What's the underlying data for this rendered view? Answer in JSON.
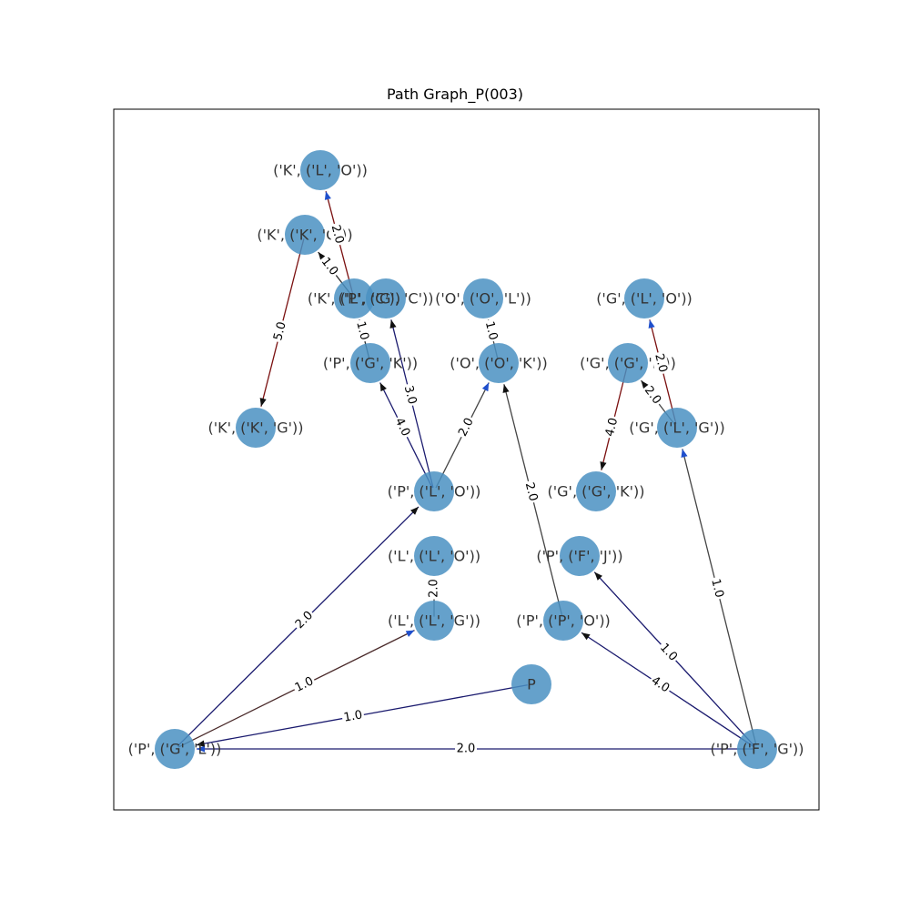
{
  "title": "Path Graph_P(003)",
  "node_color": "#4a90c2",
  "nodes": [
    {
      "id": "n1",
      "label": "('K', ('L', 'O'))"
    },
    {
      "id": "n2",
      "label": "('K', ('K', 'O'))"
    },
    {
      "id": "n3",
      "label": "('K', ('L', 'C'))"
    },
    {
      "id": "n4",
      "label": "('P', ('G', 'C'))"
    },
    {
      "id": "n5",
      "label": "('O', ('O', 'L'))"
    },
    {
      "id": "n6",
      "label": "('G', ('L', 'O'))"
    },
    {
      "id": "n7",
      "label": "('P', ('G', 'K'))"
    },
    {
      "id": "n8",
      "label": "('O', ('O', 'K'))"
    },
    {
      "id": "n9",
      "label": "('G', ('G', 'F'))"
    },
    {
      "id": "n10",
      "label": "('K', ('K', 'G'))"
    },
    {
      "id": "n11",
      "label": "('G', ('L', 'G'))"
    },
    {
      "id": "n12",
      "label": "('P', ('L', 'O'))"
    },
    {
      "id": "n13",
      "label": "('G', ('G', 'K'))"
    },
    {
      "id": "n14",
      "label": "('L', ('L', 'O'))"
    },
    {
      "id": "n15",
      "label": "('P', ('F', 'J'))"
    },
    {
      "id": "n16",
      "label": "('L', ('L', 'G'))"
    },
    {
      "id": "n17",
      "label": "('P', ('P', 'O'))"
    },
    {
      "id": "n18",
      "label": "P"
    },
    {
      "id": "n19",
      "label": "('P', ('G', 'L'))"
    },
    {
      "id": "n20",
      "label": "('P', ('F', 'G'))"
    }
  ],
  "edges": [
    {
      "from": "n3",
      "to": "n1",
      "weight": "2.0",
      "color": "#7a0f0f"
    },
    {
      "from": "n3",
      "to": "n2",
      "weight": "1.0",
      "color": "#2a2a2a"
    },
    {
      "from": "n2",
      "to": "n10",
      "weight": "5.0",
      "color": "#7a0f0f"
    },
    {
      "from": "n7",
      "to": "n3",
      "weight": "1.0",
      "color": "#2a2a2a"
    },
    {
      "from": "n12",
      "to": "n7",
      "weight": "4.0",
      "color": "#1a1a6e"
    },
    {
      "from": "n12",
      "to": "n4",
      "weight": "3.0",
      "color": "#1a1a6e"
    },
    {
      "from": "n12",
      "to": "n8",
      "weight": "2.0",
      "color": "#444444"
    },
    {
      "from": "n8",
      "to": "n5",
      "weight": "1.0",
      "color": "#444444"
    },
    {
      "from": "n17",
      "to": "n8",
      "weight": "2.0",
      "color": "#444444"
    },
    {
      "from": "n11",
      "to": "n6",
      "weight": "2.0",
      "color": "#7a0f0f"
    },
    {
      "from": "n11",
      "to": "n9",
      "weight": "2.0",
      "color": "#444444"
    },
    {
      "from": "n9",
      "to": "n13",
      "weight": "4.0",
      "color": "#7a0f0f"
    },
    {
      "from": "n20",
      "to": "n11",
      "weight": "1.0",
      "color": "#444444"
    },
    {
      "from": "n20",
      "to": "n15",
      "weight": "1.0",
      "color": "#1a1a6e"
    },
    {
      "from": "n20",
      "to": "n17",
      "weight": "4.0",
      "color": "#1a1a6e"
    },
    {
      "from": "n20",
      "to": "n19",
      "weight": "2.0",
      "color": "#1a1a6e"
    },
    {
      "from": "n16",
      "to": "n14",
      "weight": "2.0",
      "color": "#444444"
    },
    {
      "from": "n19",
      "to": "n12",
      "weight": "2.0",
      "color": "#1a1a6e"
    },
    {
      "from": "n19",
      "to": "n16",
      "weight": "1.0",
      "color": "#4a2a2a"
    },
    {
      "from": "n18",
      "to": "n19",
      "weight": "1.0",
      "color": "#1a1a6e"
    }
  ]
}
